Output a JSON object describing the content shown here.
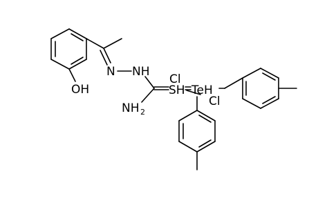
{
  "molecule": {
    "atoms": {
      "n_imine": "N",
      "nh": "NH",
      "oh": "OH",
      "sh": "SH",
      "te": "TeH",
      "cl_left": "Cl",
      "cl_right": "Cl",
      "nh2_main": "NH",
      "nh2_sub": "2"
    }
  }
}
